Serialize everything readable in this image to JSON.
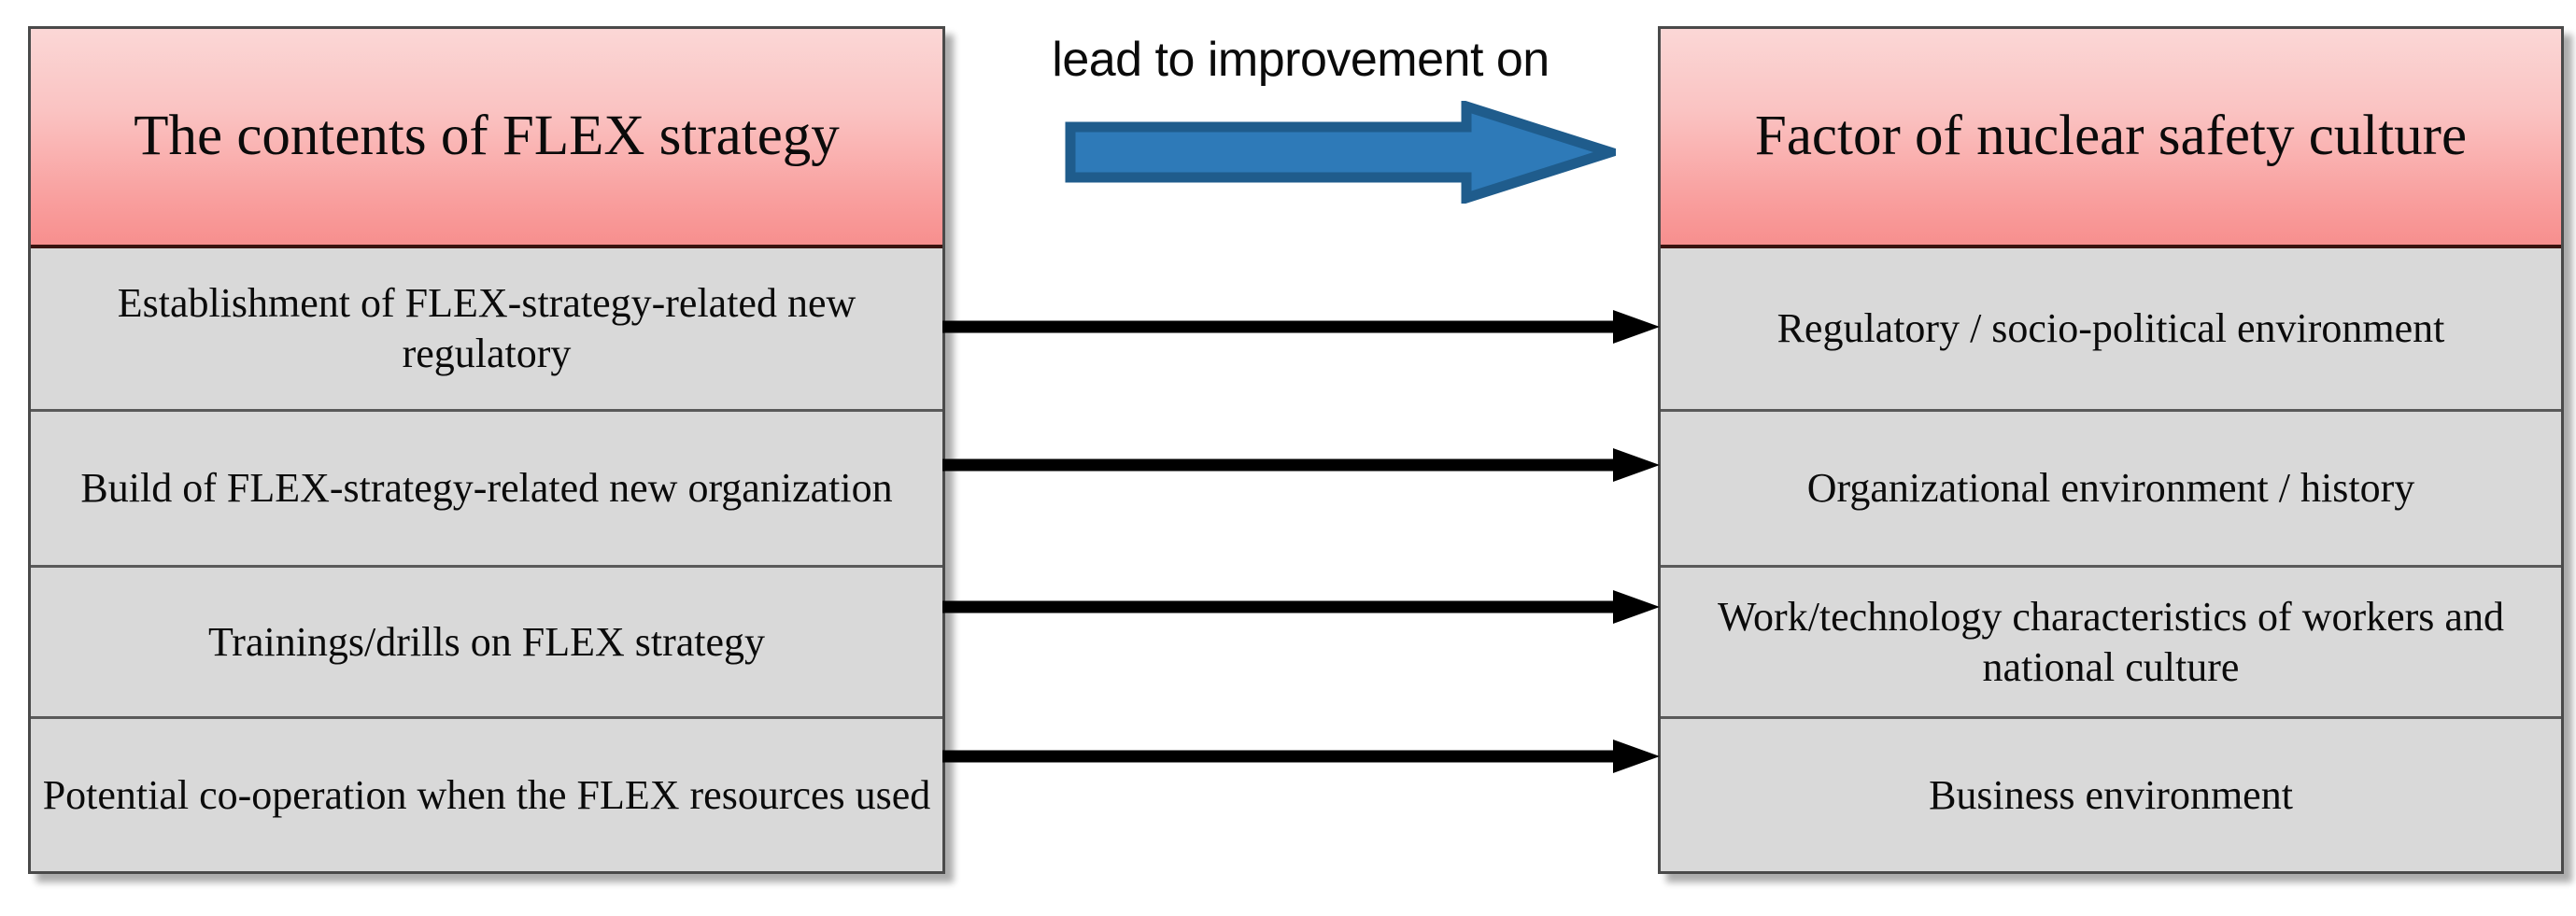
{
  "diagram": {
    "left_table": {
      "header": "The contents of FLEX strategy",
      "rows": [
        "Establishment of FLEX-strategy-related new regulatory",
        "Build of FLEX-strategy-related new organization",
        "Trainings/drills on FLEX strategy",
        "Potential co-operation when the FLEX resources used"
      ]
    },
    "right_table": {
      "header": "Factor of nuclear safety culture",
      "rows": [
        "Regulatory / socio-political environment",
        "Organizational environment / history",
        "Work/technology characteristics of workers and national culture",
        "Business environment"
      ]
    },
    "relation_label": "lead to improvement on",
    "connectors": [
      {
        "from": "Establishment of FLEX-strategy-related new regulatory",
        "to": "Regulatory / socio-political environment"
      },
      {
        "from": "Build of FLEX-strategy-related new organization",
        "to": "Organizational environment / history"
      },
      {
        "from": "Trainings/drills on FLEX strategy",
        "to": "Work/technology characteristics of workers and national culture"
      },
      {
        "from": "Potential co-operation when the FLEX resources used",
        "to": "Business environment"
      }
    ],
    "colors": {
      "header_gradient_top": "#fbd7d6",
      "header_gradient_bottom": "#f78f8e",
      "row_background": "#d9d9d9",
      "table_border": "#4a4a4a",
      "header_underline": "#3a1410",
      "block_arrow_fill": "#2e7ab8",
      "block_arrow_stroke": "#1f5c8c",
      "connector_color": "#000000",
      "text_color": "#0b0b0b",
      "page_background": "#ffffff"
    }
  }
}
